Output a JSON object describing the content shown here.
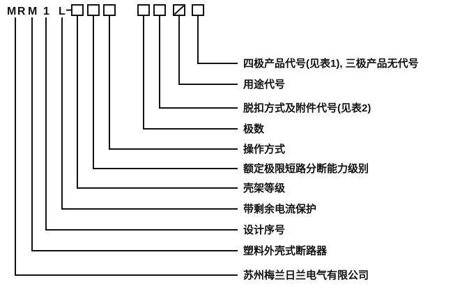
{
  "diagram": {
    "model_prefix": [
      "MR",
      "M",
      "1",
      "L"
    ],
    "boxes": [
      {
        "name": "frame-level-box",
        "style": "plain"
      },
      {
        "name": "breaking-capacity-box",
        "style": "plain"
      },
      {
        "name": "operation-mode-box",
        "style": "plain"
      },
      {
        "name": "pole-number-box",
        "style": "plain"
      },
      {
        "name": "trip-mode-box",
        "style": "plain"
      },
      {
        "name": "usage-code-box",
        "style": "slash"
      },
      {
        "name": "four-pole-code-box",
        "style": "plain"
      }
    ],
    "labels": [
      {
        "text": "四极产品代号(见表1), 三极产品无代号"
      },
      {
        "text": "用途代号"
      },
      {
        "text": "脱扣方式及附件代号(见表2)"
      },
      {
        "text": "极数"
      },
      {
        "text": "操作方式"
      },
      {
        "text": "额定极限短路分断能力级别"
      },
      {
        "text": "壳架等级"
      },
      {
        "text": "带剩余电流保护"
      },
      {
        "text": "设计序号"
      },
      {
        "text": "塑料外壳式断路器"
      },
      {
        "text": "苏州梅兰日兰电气有限公司"
      }
    ],
    "colors": {
      "ink": "#111111",
      "background": "#ffffff"
    }
  }
}
